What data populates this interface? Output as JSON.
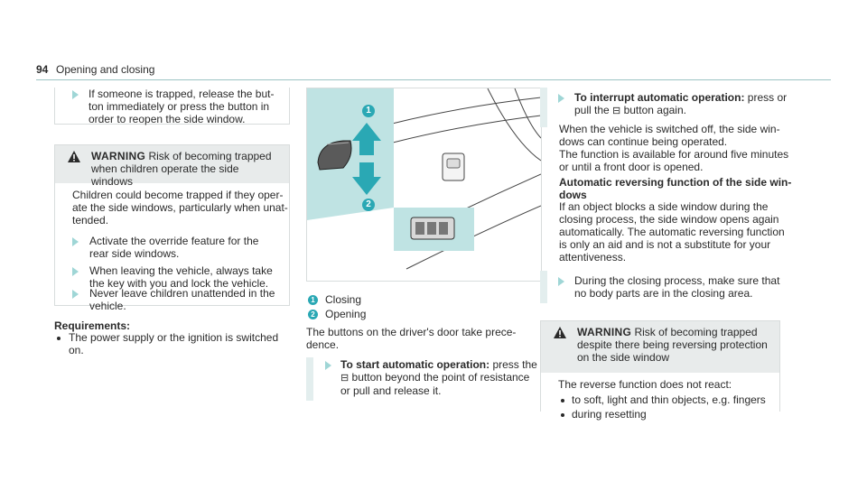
{
  "header": {
    "page_number": "94",
    "section": "Opening and closing"
  },
  "col1": {
    "step_trapped": [
      "If someone is trapped, release the but-",
      "ton immediately or press the button in",
      "order to reopen the side window."
    ],
    "warning": {
      "label": "WARNING",
      "title_lines": [
        "Risk of becoming trapped",
        "when children operate the side windows"
      ],
      "body": [
        "Children could become trapped if they oper-",
        "ate the side windows, particularly when unat-",
        "tended."
      ],
      "steps": [
        [
          "Activate the override feature for the",
          "rear side windows."
        ],
        [
          "When leaving the vehicle, always take",
          "the key with you and lock the vehicle."
        ],
        [
          "Never leave children unattended in the",
          "vehicle."
        ]
      ]
    },
    "requirements_label": "Requirements:",
    "requirements": [
      "The power supply or the ignition is switched",
      "on."
    ]
  },
  "col2": {
    "diagram_labels": [
      "1",
      "2"
    ],
    "captions": [
      {
        "num": "1",
        "text": "Closing"
      },
      {
        "num": "2",
        "text": "Opening"
      }
    ],
    "intro": [
      "The buttons on the driver's door take prece-",
      "dence."
    ],
    "step": {
      "label": "To start automatic operation:",
      "rest_first": " press the",
      "line2": " button beyond the point of resistance",
      "line3": "or pull and release it."
    }
  },
  "col3": {
    "step1": {
      "label": "To interrupt automatic operation:",
      "rest_first": " press or",
      "line2_pre": "pull the ",
      "line2_post": " button again."
    },
    "para1": [
      "When the vehicle is switched off, the side win-",
      "dows can continue being operated.",
      "The function is available for around five minutes",
      "or until a front door is opened."
    ],
    "heading": [
      "Automatic reversing function of the side win-",
      "dows"
    ],
    "para2": [
      "If an object blocks a side window during the",
      "closing process, the side window opens again",
      "automatically. The automatic reversing function",
      "is only an aid and is not a substitute for your",
      "attentiveness."
    ],
    "step2": [
      "During the closing process, make sure that",
      "no body parts are in the closing area."
    ],
    "warning": {
      "label": "WARNING",
      "title_lines": [
        "Risk of becoming trapped",
        "despite there being reversing protection",
        "on the side window"
      ],
      "body": "The reverse function does not react:",
      "bullets": [
        "to soft, light and thin objects, e.g. fingers",
        "during resetting"
      ]
    }
  }
}
